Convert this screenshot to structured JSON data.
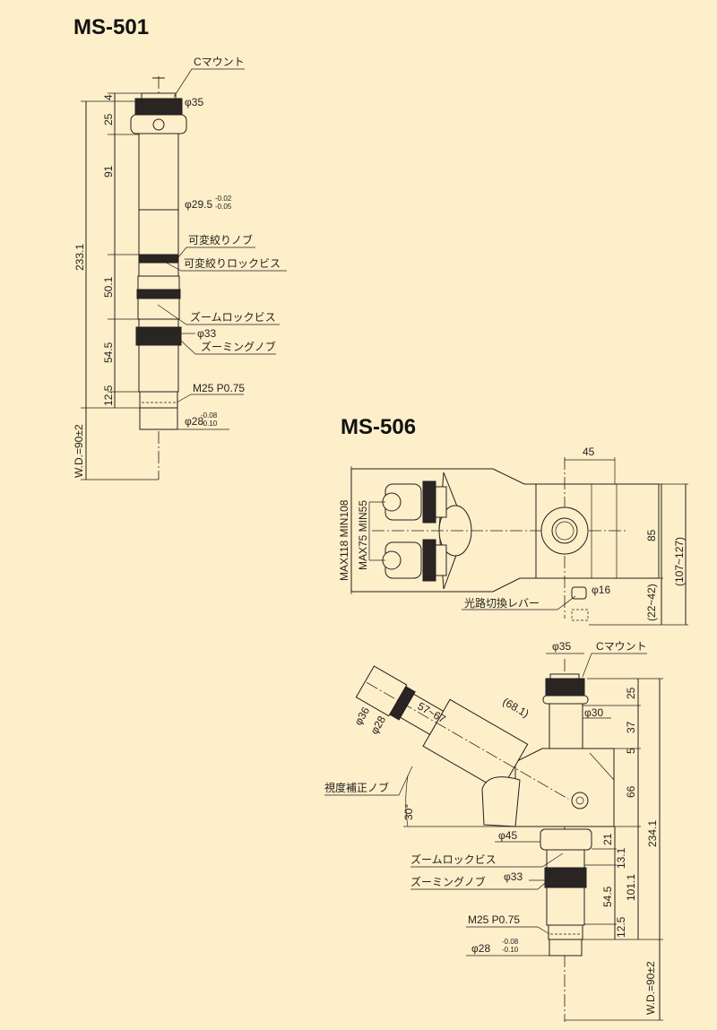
{
  "ms501": {
    "title": "MS-501",
    "labels": {
      "c_mount": "Cマウント",
      "phi35": "φ35",
      "phi29_5": "φ29.5",
      "phi29_5_tol_upper": "-0.02",
      "phi29_5_tol_lower": "-0.05",
      "iris_knob": "可変絞りノブ",
      "iris_lock_screw": "可変絞りロックビス",
      "zoom_lock_screw": "ズームロックビス",
      "phi33": "φ33",
      "zooming_knob": "ズーミングノブ",
      "thread": "M25 P0.75",
      "phi28": "φ28",
      "phi28_tol_upper": "-0.08",
      "phi28_tol_lower": "-0.10"
    },
    "dims": {
      "d4": "4",
      "d25": "25",
      "d91": "91",
      "total": "233.1",
      "d50_1": "50.1",
      "d54_5": "54.5",
      "d12_5": "12.5",
      "wd": "W.D.=90±2"
    }
  },
  "ms506": {
    "title": "MS-506",
    "top_view": {
      "d45": "45",
      "d85": "85",
      "range_107_127": "(107~127)",
      "range_22_42": "(22~42)",
      "phi16": "φ16",
      "lever": "光路切換レバー",
      "max118": "MAX118 MIN108",
      "max75": "MAX75 MIN55"
    },
    "side_view": {
      "phi35": "φ35",
      "c_mount": "Cマウント",
      "phi30": "φ30",
      "phi36": "φ36",
      "phi28_eye": "φ28",
      "d57_67": "57~67",
      "d68_1": "(68.1)",
      "diopter_knob": "視度補正ノブ",
      "angle30": "30°",
      "phi45": "φ45",
      "zoom_lock_screw": "ズームロックビス",
      "phi33": "φ33",
      "zooming_knob": "ズーミングノブ",
      "thread": "M25 P0.75",
      "phi28": "φ28",
      "phi28_tol_upper": "-0.08",
      "phi28_tol_lower": "-0.10",
      "d25": "25",
      "d37": "37",
      "d5": "5",
      "d66": "66",
      "d234_1": "234.1",
      "d21": "21",
      "d13_1": "13.1",
      "d101_1": "101.1",
      "d54_5": "54.5",
      "d12_5": "12.5",
      "wd": "W.D.=90±2"
    }
  }
}
